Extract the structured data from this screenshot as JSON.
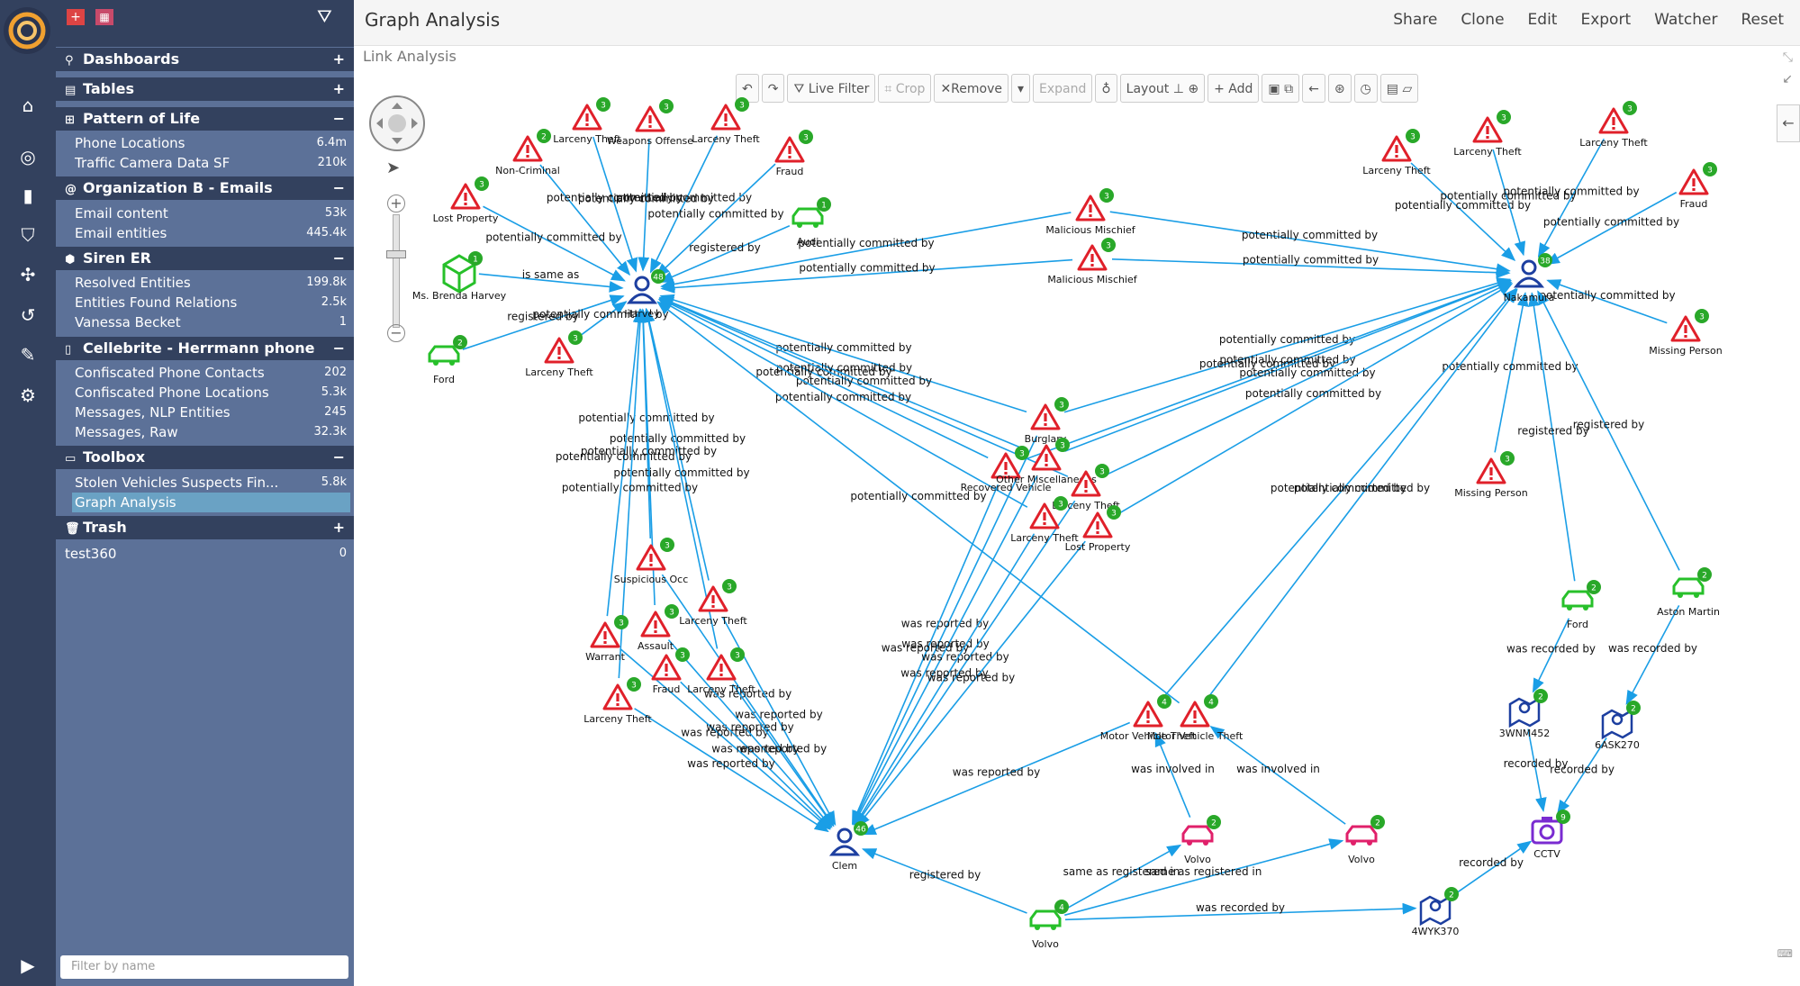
{
  "app": {
    "title": "Graph Analysis",
    "subtitle": "Link Analysis"
  },
  "top_actions": [
    "Share",
    "Clone",
    "Edit",
    "Export",
    "Watcher",
    "Reset"
  ],
  "sidebar": {
    "filter_placeholder": "Filter by name",
    "sections": [
      {
        "title": "Dashboards",
        "icon": "search-icon",
        "toggle": "+",
        "items": []
      },
      {
        "title": "Tables",
        "icon": "table-icon",
        "toggle": "+",
        "items": []
      },
      {
        "title": "Pattern of Life",
        "icon": "network-icon",
        "toggle": "−",
        "items": [
          {
            "label": "Phone Locations",
            "count": "6.4m"
          },
          {
            "label": "Traffic Camera Data SF",
            "count": "210k"
          }
        ]
      },
      {
        "title": "Organization B - Emails",
        "icon": "at-icon",
        "toggle": "−",
        "items": [
          {
            "label": "Email content",
            "count": "53k"
          },
          {
            "label": "Email entities",
            "count": "445.4k"
          }
        ]
      },
      {
        "title": "Siren ER",
        "icon": "cube-icon",
        "toggle": "−",
        "items": [
          {
            "label": "Resolved Entities",
            "count": "199.8k"
          },
          {
            "label": "Entities Found Relations",
            "count": "2.5k"
          },
          {
            "label": "Vanessa Becket",
            "count": "1"
          }
        ]
      },
      {
        "title": "Cellebrite - Herrmann phone",
        "icon": "phone-icon",
        "toggle": "−",
        "items": [
          {
            "label": "Confiscated Phone Contacts",
            "count": "202"
          },
          {
            "label": "Confiscated Phone Locations",
            "count": "5.3k"
          },
          {
            "label": "Messages, NLP Entities",
            "count": "245"
          },
          {
            "label": "Messages, Raw",
            "count": "32.3k"
          }
        ]
      },
      {
        "title": "Toolbox",
        "icon": "toolbox-icon",
        "toggle": "−",
        "items": [
          {
            "label": "Stolen Vehicles Suspects Fin...",
            "count": "5.8k"
          },
          {
            "label": "Graph Analysis",
            "count": "",
            "active": true
          }
        ]
      },
      {
        "title": "Trash",
        "icon": "trash-icon",
        "toggle": "+",
        "items": []
      }
    ],
    "extra": {
      "label": "test360",
      "count": "0"
    }
  },
  "toolbar": [
    "Live Filter",
    "Crop",
    "Remove",
    "Expand",
    "Layout",
    "Add"
  ],
  "graph": {
    "nodes": [
      {
        "id": "harvey",
        "kind": "person",
        "label": "Harvey",
        "badge": "48"
      },
      {
        "id": "nakamura",
        "kind": "person",
        "label": "Nakamura",
        "badge": "38"
      },
      {
        "id": "clem",
        "kind": "person",
        "label": "Clem",
        "badge": "46"
      },
      {
        "id": "brenda",
        "kind": "cube",
        "label": "Ms. Brenda Harvey",
        "badge": "1"
      },
      {
        "id": "ford1",
        "kind": "car",
        "label": "Ford",
        "badge": "2"
      },
      {
        "id": "audi",
        "kind": "car",
        "label": "Audi",
        "badge": "1"
      },
      {
        "id": "ford2",
        "kind": "car",
        "label": "Ford",
        "badge": "2"
      },
      {
        "id": "aston",
        "kind": "car",
        "label": "Aston Martin",
        "badge": "2"
      },
      {
        "id": "volvo_car",
        "kind": "car",
        "label": "Volvo",
        "badge": "4"
      },
      {
        "id": "volvo_a",
        "kind": "carRed",
        "label": "Volvo",
        "badge": "2"
      },
      {
        "id": "volvo_b",
        "kind": "carRed",
        "label": "Volvo",
        "badge": "2"
      },
      {
        "id": "p3wnm",
        "kind": "plate",
        "label": "3WNM452",
        "badge": "2"
      },
      {
        "id": "p6ask",
        "kind": "plate",
        "label": "6ASK270",
        "badge": "2"
      },
      {
        "id": "p4wyk",
        "kind": "plate",
        "label": "4WYK370",
        "badge": "2"
      },
      {
        "id": "cctv",
        "kind": "camera",
        "label": "CCTV",
        "badge": "9"
      },
      {
        "id": "c1",
        "kind": "crime",
        "label": "Non-Criminal",
        "badge": "2"
      },
      {
        "id": "c2",
        "kind": "crime",
        "label": "Larceny Theft",
        "badge": "3"
      },
      {
        "id": "c3",
        "kind": "crime",
        "label": "Weapons Offense",
        "badge": "3"
      },
      {
        "id": "c4",
        "kind": "crime",
        "label": "Larceny Theft",
        "badge": "3"
      },
      {
        "id": "c5",
        "kind": "crime",
        "label": "Fraud",
        "badge": "3"
      },
      {
        "id": "c6",
        "kind": "crime",
        "label": "Lost Property",
        "badge": "3"
      },
      {
        "id": "c7",
        "kind": "crime",
        "label": "Larceny Theft",
        "badge": "3"
      },
      {
        "id": "c8",
        "kind": "crime",
        "label": "Malicious Mischief",
        "badge": "3"
      },
      {
        "id": "c9",
        "kind": "crime",
        "label": "Malicious Mischief",
        "badge": "3"
      },
      {
        "id": "c10",
        "kind": "crime",
        "label": "Larceny Theft",
        "badge": "3"
      },
      {
        "id": "c11",
        "kind": "crime",
        "label": "Larceny Theft",
        "badge": "3"
      },
      {
        "id": "c12",
        "kind": "crime",
        "label": "Larceny Theft",
        "badge": "3"
      },
      {
        "id": "c13",
        "kind": "crime",
        "label": "Fraud",
        "badge": "3"
      },
      {
        "id": "c14",
        "kind": "crime",
        "label": "Missing Person",
        "badge": "3"
      },
      {
        "id": "c15",
        "kind": "crime",
        "label": "Missing Person",
        "badge": "3"
      },
      {
        "id": "c16",
        "kind": "crime",
        "label": "Burglary",
        "badge": "3"
      },
      {
        "id": "c17",
        "kind": "crime",
        "label": "Recovered Vehicle",
        "badge": "3"
      },
      {
        "id": "c18",
        "kind": "crime",
        "label": "Other Miscellaneous",
        "badge": "3"
      },
      {
        "id": "c19",
        "kind": "crime",
        "label": "Larceny Theft",
        "badge": "3"
      },
      {
        "id": "c20",
        "kind": "crime",
        "label": "Larceny Theft",
        "badge": "3"
      },
      {
        "id": "c21",
        "kind": "crime",
        "label": "Lost Property",
        "badge": "3"
      },
      {
        "id": "c22",
        "kind": "crime",
        "label": "Suspicious Occ",
        "badge": "3"
      },
      {
        "id": "c23",
        "kind": "crime",
        "label": "Larceny Theft",
        "badge": "3"
      },
      {
        "id": "c24",
        "kind": "crime",
        "label": "Warrant",
        "badge": "3"
      },
      {
        "id": "c25",
        "kind": "crime",
        "label": "Assault",
        "badge": "3"
      },
      {
        "id": "c26",
        "kind": "crime",
        "label": "Fraud",
        "badge": "3"
      },
      {
        "id": "c27",
        "kind": "crime",
        "label": "Larceny Theft",
        "badge": "3"
      },
      {
        "id": "c28",
        "kind": "crime",
        "label": "Larceny Theft",
        "badge": "3"
      },
      {
        "id": "c29",
        "kind": "crime",
        "label": "Motor Vehicle Theft",
        "badge": "4"
      },
      {
        "id": "c30",
        "kind": "crime",
        "label": "Motor Vehicle Theft",
        "badge": "4"
      }
    ],
    "edges": [
      {
        "from": "c1",
        "to": "harvey",
        "label": ""
      },
      {
        "from": "c2",
        "to": "harvey",
        "label": "potentially committed by"
      },
      {
        "from": "c3",
        "to": "harvey",
        "label": "potentially committed by"
      },
      {
        "from": "c4",
        "to": "harvey",
        "label": "potentially committed by"
      },
      {
        "from": "c5",
        "to": "harvey",
        "label": "potentially committed by"
      },
      {
        "from": "c6",
        "to": "harvey",
        "label": "potentially committed by"
      },
      {
        "from": "audi",
        "to": "harvey",
        "label": "registered by"
      },
      {
        "from": "brenda",
        "to": "harvey",
        "label": "is same as"
      },
      {
        "from": "ford1",
        "to": "harvey",
        "label": "registered by"
      },
      {
        "from": "c7",
        "to": "harvey",
        "label": "potentially committed by"
      },
      {
        "from": "c8",
        "to": "harvey",
        "label": "potentially committed by"
      },
      {
        "from": "c9",
        "to": "harvey",
        "label": "potentially committed by"
      },
      {
        "from": "c8",
        "to": "nakamura",
        "label": "potentially committed by"
      },
      {
        "from": "c9",
        "to": "nakamura",
        "label": "potentially committed by"
      },
      {
        "from": "c10",
        "to": "nakamura",
        "label": "potentially committed by"
      },
      {
        "from": "c11",
        "to": "nakamura",
        "label": "potentially committed by"
      },
      {
        "from": "c12",
        "to": "nakamura",
        "label": "potentially committed by"
      },
      {
        "from": "c13",
        "to": "nakamura",
        "label": "potentially committed by"
      },
      {
        "from": "c14",
        "to": "nakamura",
        "label": "potentially committed by"
      },
      {
        "from": "c15",
        "to": "nakamura",
        "label": "potentially committed by"
      },
      {
        "from": "ford2",
        "to": "nakamura",
        "label": "registered by"
      },
      {
        "from": "aston",
        "to": "nakamura",
        "label": "registered by"
      },
      {
        "from": "c16",
        "to": "harvey",
        "label": "potentially committed by"
      },
      {
        "from": "c17",
        "to": "harvey",
        "label": "potentially committed by"
      },
      {
        "from": "c18",
        "to": "harvey",
        "label": "potentially committed by"
      },
      {
        "from": "c19",
        "to": "harvey",
        "label": "potentially committed by"
      },
      {
        "from": "c20",
        "to": "harvey",
        "label": "potentially committed by"
      },
      {
        "from": "c16",
        "to": "nakamura",
        "label": "potentially committed by"
      },
      {
        "from": "c17",
        "to": "nakamura",
        "label": "potentially committed by"
      },
      {
        "from": "c18",
        "to": "nakamura",
        "label": "potentially committed by"
      },
      {
        "from": "c19",
        "to": "nakamura",
        "label": "potentially committed by"
      },
      {
        "from": "c21",
        "to": "nakamura",
        "label": "potentially committed by"
      },
      {
        "from": "c22",
        "to": "harvey",
        "label": "potentially committed by"
      },
      {
        "from": "c23",
        "to": "harvey",
        "label": "potentially committed by"
      },
      {
        "from": "c24",
        "to": "harvey",
        "label": "potentially committed by"
      },
      {
        "from": "c25",
        "to": "harvey",
        "label": "potentially committed by"
      },
      {
        "from": "c27",
        "to": "harvey",
        "label": "potentially committed by"
      },
      {
        "from": "c28",
        "to": "harvey",
        "label": "potentially committed by"
      },
      {
        "from": "c22",
        "to": "clem",
        "label": "was reported by"
      },
      {
        "from": "c23",
        "to": "clem",
        "label": "was reported by"
      },
      {
        "from": "c24",
        "to": "clem",
        "label": "was reported by"
      },
      {
        "from": "c25",
        "to": "clem",
        "label": "was reported by"
      },
      {
        "from": "c26",
        "to": "clem",
        "label": "was reported by"
      },
      {
        "from": "c27",
        "to": "clem",
        "label": "was reported by"
      },
      {
        "from": "c28",
        "to": "clem",
        "label": "was reported by"
      },
      {
        "from": "c16",
        "to": "clem",
        "label": "was reported by"
      },
      {
        "from": "c17",
        "to": "clem",
        "label": "was reported by"
      },
      {
        "from": "c18",
        "to": "clem",
        "label": "was reported by"
      },
      {
        "from": "c19",
        "to": "clem",
        "label": "was reported by"
      },
      {
        "from": "c20",
        "to": "clem",
        "label": "was reported by"
      },
      {
        "from": "c21",
        "to": "clem",
        "label": "was reported by"
      },
      {
        "from": "c29",
        "to": "clem",
        "label": "was reported by"
      },
      {
        "from": "c30",
        "to": "harvey",
        "label": "potentially committed by"
      },
      {
        "from": "c29",
        "to": "nakamura",
        "label": "potentially committed by"
      },
      {
        "from": "c30",
        "to": "nakamura",
        "label": "potentially committed by"
      },
      {
        "from": "volvo_a",
        "to": "c29",
        "label": "was involved in"
      },
      {
        "from": "volvo_b",
        "to": "c30",
        "label": "was involved in"
      },
      {
        "from": "volvo_car",
        "to": "clem",
        "label": "registered by"
      },
      {
        "from": "volvo_car",
        "to": "volvo_a",
        "label": "same as registered in"
      },
      {
        "from": "volvo_car",
        "to": "volvo_b",
        "label": "same as registered in"
      },
      {
        "from": "volvo_car",
        "to": "p4wyk",
        "label": "was recorded by"
      },
      {
        "from": "ford2",
        "to": "p3wnm",
        "label": "was recorded by"
      },
      {
        "from": "aston",
        "to": "p6ask",
        "label": "was recorded by"
      },
      {
        "from": "p3wnm",
        "to": "cctv",
        "label": "recorded by"
      },
      {
        "from": "p6ask",
        "to": "cctv",
        "label": "recorded by"
      },
      {
        "from": "p4wyk",
        "to": "cctv",
        "label": "recorded by"
      }
    ]
  }
}
